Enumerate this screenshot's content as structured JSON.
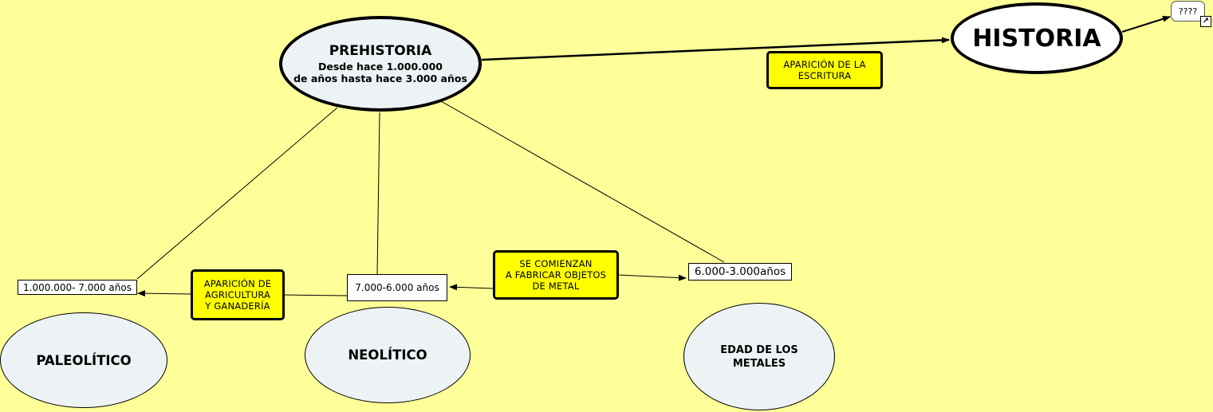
{
  "nodes": {
    "prehistoria": {
      "title": "PREHISTORIA",
      "subtitle": "Desde hace 1.000.000\nde años  hasta hace 3.000 años"
    },
    "historia": {
      "title": "HISTORIA"
    },
    "paleolitico": {
      "title": "PALEOLÍTICO"
    },
    "neolitico": {
      "title": "NEOLÍTICO"
    },
    "edad_metales": {
      "title": "EDAD DE LOS\nMETALES"
    }
  },
  "dates": {
    "paleolitico": "1.000.000- 7.000 años",
    "neolitico": "7.000-6.000 años",
    "metales": "6.000-3.000años"
  },
  "links": {
    "escritura": "APARICIÓN DE LA\nESCRITURA",
    "agricultura": "APARICIÓN DE\nAGRICULTURA\nY GANADERÍA",
    "metal": "SE COMIENZAN\nA FABRICAR OBJETOS\nDE METAL"
  },
  "note": {
    "text": "????",
    "icon": "↗"
  }
}
